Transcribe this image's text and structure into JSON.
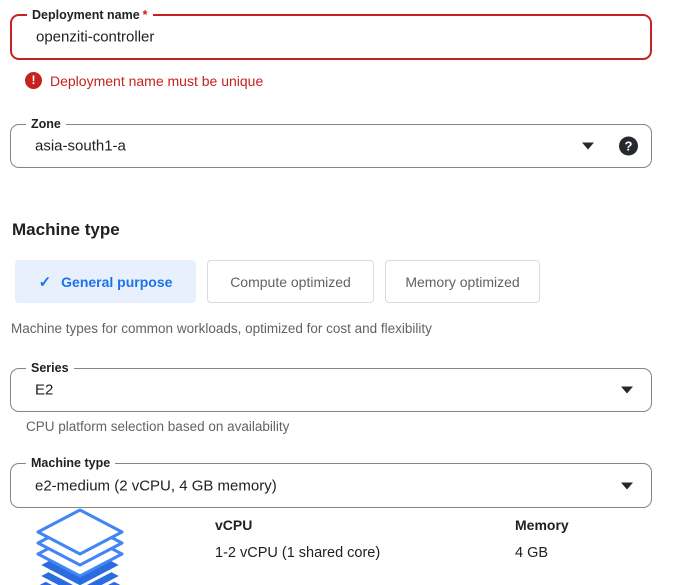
{
  "form": {
    "deployment": {
      "label": "Deployment name",
      "required_marker": "*",
      "value": "openziti-controller",
      "error_message": "Deployment name must be unique"
    },
    "zone": {
      "label": "Zone",
      "value": "asia-south1-a"
    },
    "machine_section": {
      "heading": "Machine type",
      "tabs": [
        {
          "label": "General purpose",
          "selected": true
        },
        {
          "label": "Compute optimized",
          "selected": false
        },
        {
          "label": "Memory optimized",
          "selected": false
        }
      ],
      "description": "Machine types for common workloads, optimized for cost and flexibility",
      "series": {
        "label": "Series",
        "value": "E2",
        "helper": "CPU platform selection based on availability"
      },
      "machine_type": {
        "label": "Machine type",
        "value": "e2-medium (2 vCPU, 4 GB memory)"
      },
      "specs": {
        "icon": "stacked-layers-icon",
        "columns": [
          {
            "header": "vCPU",
            "value": "1-2 vCPU (1 shared core)"
          },
          {
            "header": "Memory",
            "value": "4 GB"
          }
        ]
      }
    }
  },
  "icons": {
    "check": "✓",
    "help": "?",
    "error": "!"
  },
  "colors": {
    "error_red": "#c5221f",
    "accent_blue": "#1a73e8",
    "selected_tab_bg": "#e8f0fe",
    "field_border_gray": "#80868b",
    "text_gray": "#5f6368",
    "text_dark": "#202124",
    "layers_outline_blue": "#4285f4",
    "layers_solid_blue": "#2a6be0"
  }
}
